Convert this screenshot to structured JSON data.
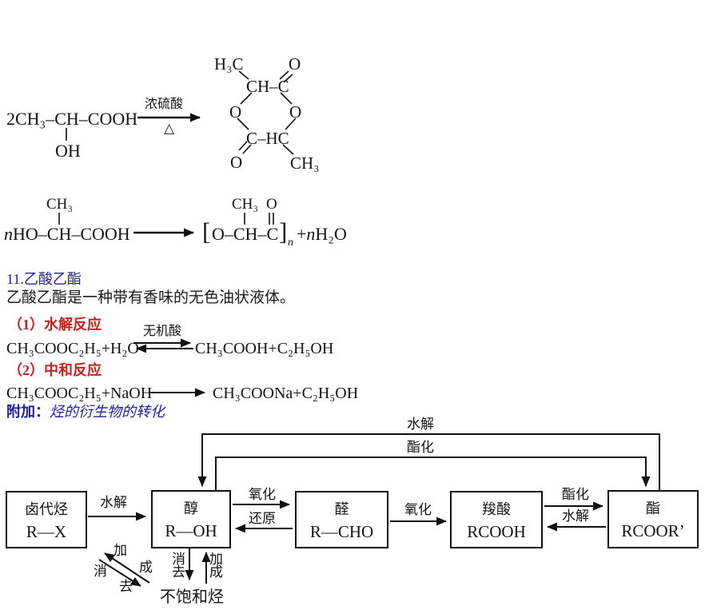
{
  "colors": {
    "blue": "#2121a3",
    "red": "#cc1f1f",
    "ink": "#151515"
  },
  "lactide_reaction": {
    "reactant": "2CH₃–CH–COOH",
    "hydroxyl": "OH",
    "condition_top": "浓硫酸",
    "condition_bottom": "△",
    "ring": {
      "methyl_top": "H₃C",
      "o_carbonyl_top": "O",
      "ch_c_top": "CH–C",
      "o_ring_left": "O",
      "o_ring_right": "O",
      "c_hc_bottom": "C–HC",
      "o_carbonyl_bottom": "O",
      "methyl_bottom": "CH₃"
    }
  },
  "polymer_reaction": {
    "n_prefix": "n",
    "reactant": "HO–CH–COOH",
    "methyl_left": "CH₃",
    "bracket_left": "[",
    "unit": "O–CH–C",
    "bracket_right": "]",
    "sub_n": "n",
    "methyl_right": "CH₃",
    "o_top": "O",
    "plus": "+",
    "n_water": "n",
    "water": "H₂O"
  },
  "section": {
    "heading": "11.乙酸乙酯",
    "description": "乙酸乙酯是一种带有香味的无色油状液体。",
    "reaction1_title": "（1）水解反应",
    "reaction1_left": "CH₃COOC₂H₅+H₂O",
    "reaction1_condition": "无机酸",
    "reaction1_right": "CH₃COOH+C₂H₅OH",
    "reaction2_title": "（2）中和反应",
    "reaction2_left": "CH₃COOC₂H₅+NaOH",
    "reaction2_right": "CH₃COONa+C₂H₅OH",
    "extra_label": "附加：",
    "extra_text": "烃的衍生物的转化"
  },
  "diagram": {
    "boxes": [
      {
        "name": "卤代烃",
        "formula": "R—X"
      },
      {
        "name": "醇",
        "formula": "R—OH"
      },
      {
        "name": "醛",
        "formula": "R—CHO"
      },
      {
        "name": "羧酸",
        "formula": "RCOOH"
      },
      {
        "name": "酯",
        "formula": "RCOOR’"
      }
    ],
    "labels": {
      "hydrolysis1": "水解",
      "oxidation1": "氧化",
      "reduction": "还原",
      "oxidation2": "氧化",
      "esterification1": "酯化",
      "hydrolysis2": "水解",
      "top_hydrolysis": "水解",
      "top_esterification": "酯化",
      "elimination_vertical": "消去",
      "addition_vertical": "加成",
      "diag_add_1": "加",
      "diag_add_2": "成",
      "diag_elim_1": "消",
      "diag_elim_2": "去",
      "unsaturated": "不饱和烃"
    }
  }
}
